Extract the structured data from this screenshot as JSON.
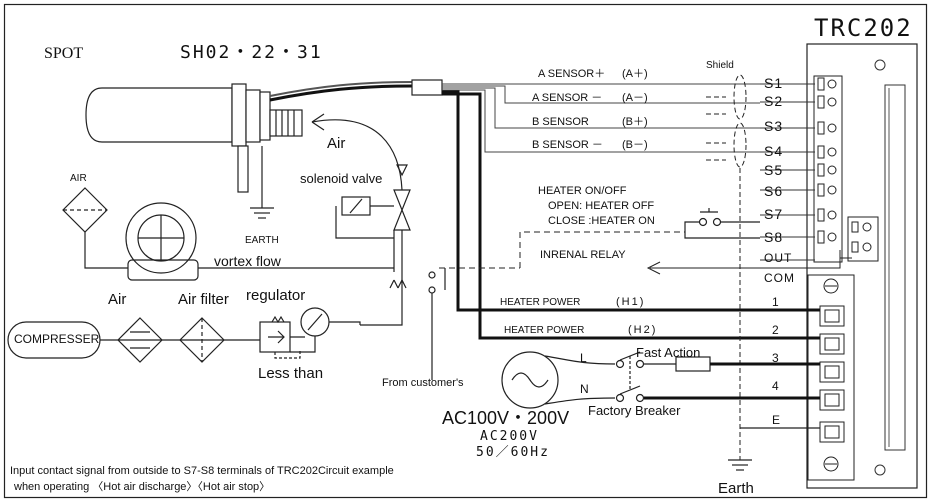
{
  "header": {
    "model": "TRC202",
    "left_label": "SPOT",
    "part_number": "SH02・22・31"
  },
  "left_side": {
    "air_label": "Air",
    "earth_label": "EARTH",
    "solenoid_label": "solenoid valve",
    "air_top_label": "AIR",
    "vortex_label": "vortex flow",
    "air_bottom_label": "Air",
    "air_filter_label": "Air filter",
    "regulator_label": "regulator",
    "compresser_label": "COMPRESSER",
    "less_than_label": "Less than",
    "from_customer_label": "From customer's"
  },
  "sensors": {
    "shield_label": "Shield",
    "lines": [
      {
        "name": "A SENSOR＋",
        "code": "(A＋)"
      },
      {
        "name": "A SENSOR －",
        "code": "(A－)"
      },
      {
        "name": "B SENSOR",
        "code": "(B＋)"
      },
      {
        "name": "B SENSOR －",
        "code": "(B－)"
      }
    ]
  },
  "heater": {
    "title": "HEATER ON/OFF",
    "open": "OPEN: HEATER OFF",
    "close": "CLOSE :HEATER ON",
    "relay": "INRENAL RELAY",
    "power1": "HEATER POWER",
    "code1": "(H1)",
    "power2": "HEATER POWER",
    "code2": "(H2)"
  },
  "terminals": {
    "upper": [
      "S1",
      "S2",
      "S3",
      "S4",
      "S5",
      "S6",
      "S7",
      "S8",
      "OUT",
      "COM"
    ],
    "lower": [
      "1",
      "2",
      "3",
      "4",
      "E"
    ]
  },
  "power": {
    "L": "L",
    "N": "N",
    "fast_action": "Fast Action",
    "factory_breaker": "Factory Breaker",
    "ac_main": "AC100V・200V",
    "ac_alt": "AC200V",
    "freq": "50／60Hz"
  },
  "footer": {
    "earth": "Earth",
    "line1": "Input contact signal from outside to S7-S8 terminals of TRC202Circuit example",
    "line2": "when operating 〈Hot air discharge〉〈Hot air stop〉"
  }
}
